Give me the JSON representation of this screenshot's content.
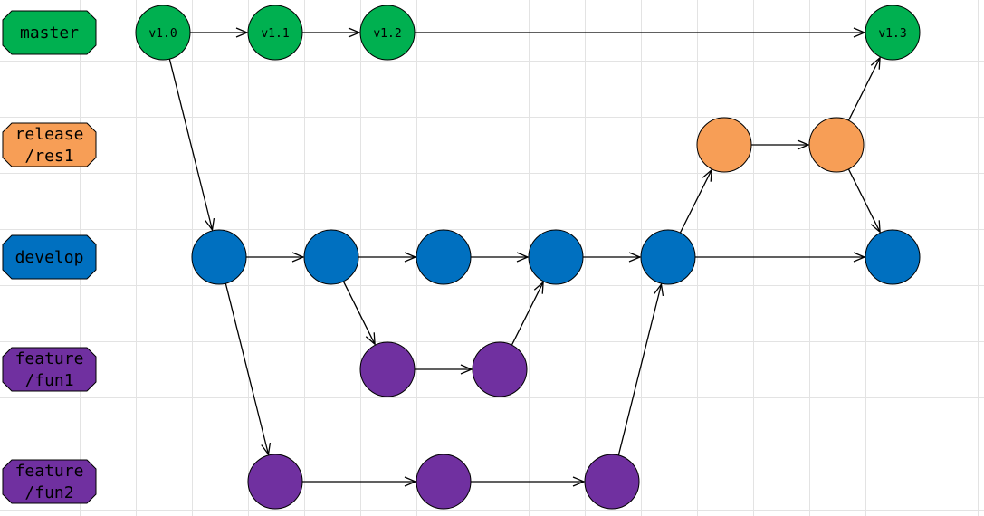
{
  "colors": {
    "master": "#00b050",
    "release": "#f79e56",
    "develop": "#0070c0",
    "feature": "#7030a0",
    "edge": "#000000",
    "grid": "#e3e3e3"
  },
  "lanes": [
    {
      "id": "master",
      "label_lines": [
        "master"
      ],
      "color": "master"
    },
    {
      "id": "release",
      "label_lines": [
        "release",
        "/res1"
      ],
      "color": "release"
    },
    {
      "id": "develop",
      "label_lines": [
        "develop"
      ],
      "color": "develop"
    },
    {
      "id": "fun1",
      "label_lines": [
        "feature",
        "/fun1"
      ],
      "color": "feature"
    },
    {
      "id": "fun2",
      "label_lines": [
        "feature",
        "/fun2"
      ],
      "color": "feature"
    }
  ],
  "nodes": [
    {
      "id": "m0",
      "lane": "master",
      "label": "v1.0"
    },
    {
      "id": "m1",
      "lane": "master",
      "label": "v1.1"
    },
    {
      "id": "m2",
      "lane": "master",
      "label": "v1.2"
    },
    {
      "id": "m3",
      "lane": "master",
      "label": "v1.3"
    },
    {
      "id": "r0",
      "lane": "release",
      "label": ""
    },
    {
      "id": "r1",
      "lane": "release",
      "label": ""
    },
    {
      "id": "d0",
      "lane": "develop",
      "label": ""
    },
    {
      "id": "d1",
      "lane": "develop",
      "label": ""
    },
    {
      "id": "d2",
      "lane": "develop",
      "label": ""
    },
    {
      "id": "d3",
      "lane": "develop",
      "label": ""
    },
    {
      "id": "d4",
      "lane": "develop",
      "label": ""
    },
    {
      "id": "d5",
      "lane": "develop",
      "label": ""
    },
    {
      "id": "f1a",
      "lane": "fun1",
      "label": ""
    },
    {
      "id": "f1b",
      "lane": "fun1",
      "label": ""
    },
    {
      "id": "f2a",
      "lane": "fun2",
      "label": ""
    },
    {
      "id": "f2b",
      "lane": "fun2",
      "label": ""
    },
    {
      "id": "f2c",
      "lane": "fun2",
      "label": ""
    }
  ],
  "edges": [
    [
      "m0",
      "m1"
    ],
    [
      "m1",
      "m2"
    ],
    [
      "m2",
      "m3"
    ],
    [
      "m0",
      "d0"
    ],
    [
      "d0",
      "d1"
    ],
    [
      "d1",
      "d2"
    ],
    [
      "d2",
      "d3"
    ],
    [
      "d3",
      "d4"
    ],
    [
      "d4",
      "d5"
    ],
    [
      "d1",
      "f1a"
    ],
    [
      "f1a",
      "f1b"
    ],
    [
      "f1b",
      "d3"
    ],
    [
      "d0",
      "f2a"
    ],
    [
      "f2a",
      "f2b"
    ],
    [
      "f2b",
      "f2c"
    ],
    [
      "f2c",
      "d4"
    ],
    [
      "d4",
      "r0"
    ],
    [
      "r0",
      "r1"
    ],
    [
      "r1",
      "m3"
    ],
    [
      "r1",
      "d5"
    ]
  ]
}
